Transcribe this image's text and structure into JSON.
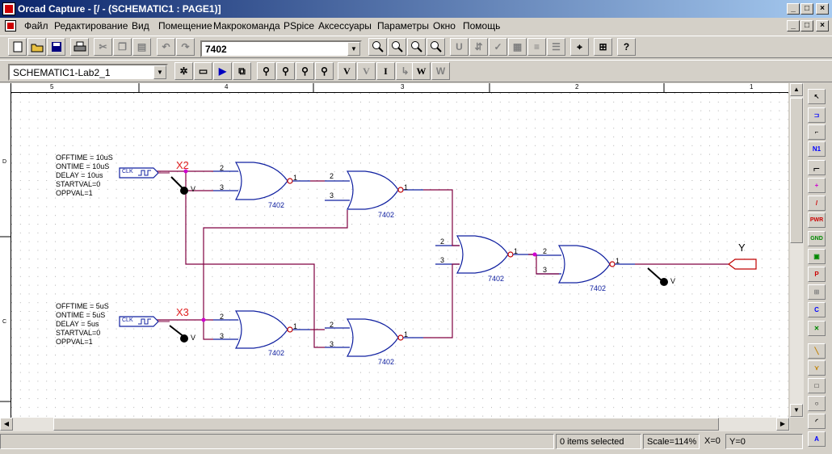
{
  "window": {
    "title": "Orcad Capture - [/ - (SCHEMATIC1 : PAGE1)]",
    "min": "_",
    "max": "□",
    "close": "×"
  },
  "menu": [
    "Файл",
    "Редактирование",
    "Вид",
    "Помещение",
    "Макрокоманда",
    "PSpice",
    "Аксессуары",
    "Параметры",
    "Окно",
    "Помощь"
  ],
  "toolbar": {
    "part_value": "7402",
    "schematic_value": "SCHEMATIC1-Lab2_1",
    "help": "?"
  },
  "toolbar2_letters": [
    "V",
    "V",
    "I",
    "",
    "W",
    ""
  ],
  "ruler": {
    "labels": [
      "5",
      "4",
      "3",
      "2",
      "1"
    ]
  },
  "palette_labels": {
    "n1": "N1",
    "pwr": "PWR",
    "gnd": "GND",
    "p": "P",
    "c": "C"
  },
  "schematic": {
    "stim1": {
      "lines": [
        "OFFTIME = 10uS",
        "ONTIME = 10uS",
        "DELAY = 10us",
        "STARTVAL=0",
        "OPPVAL=1"
      ],
      "clk": "CLK",
      "net": "X2",
      "probe": "V"
    },
    "stim2": {
      "lines": [
        "OFFTIME = 5uS",
        "ONTIME = 5uS",
        "DELAY = 5us",
        "STARTVAL=0",
        "OPPVAL=1"
      ],
      "clk": "CLK",
      "net": "X3",
      "probe": "V"
    },
    "gates": [
      {
        "name": "7402",
        "in": [
          "2",
          "3"
        ],
        "out": "1"
      },
      {
        "name": "7402",
        "in": [
          "2",
          "3"
        ],
        "out": "1"
      },
      {
        "name": "7402",
        "in": [
          "2",
          "3"
        ],
        "out": "1"
      },
      {
        "name": "7402",
        "in": [
          "2",
          "3"
        ],
        "out": "1"
      },
      {
        "name": "7402",
        "in": [
          "2",
          "3"
        ],
        "out": "1"
      },
      {
        "name": "7402",
        "in": [
          "2",
          "3"
        ],
        "out": "1"
      }
    ],
    "output": {
      "net": "Y",
      "probe": "V"
    },
    "left_ruler": [
      "D",
      "C"
    ]
  },
  "status": {
    "items": "0 items selected",
    "scale": "Scale=114%",
    "x": "X=0",
    "y": "Y=0"
  }
}
